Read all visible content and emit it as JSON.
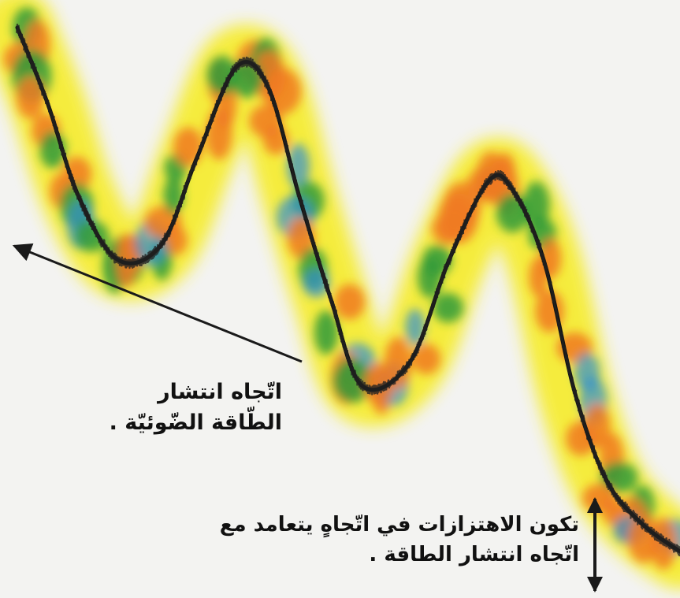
{
  "labels": {
    "propagation_line1": "اتّجاه انتشار",
    "propagation_line2": "الطّاقة الضّوئيّة .",
    "oscillation_line1": "تكون الاهتزازات في اتّجاهٍ يتعامد مع",
    "oscillation_line2": "اتّجاه انتشار الطاقة ."
  },
  "colors": {
    "background": "#f3f3f1",
    "wave": "#111111",
    "glow_yellow": "#f6ec2c",
    "glow_orange": "#f07a22",
    "glow_green": "#2f9a3a",
    "glow_blue": "#2f8fd0",
    "arrow": "#1a1a1a"
  }
}
